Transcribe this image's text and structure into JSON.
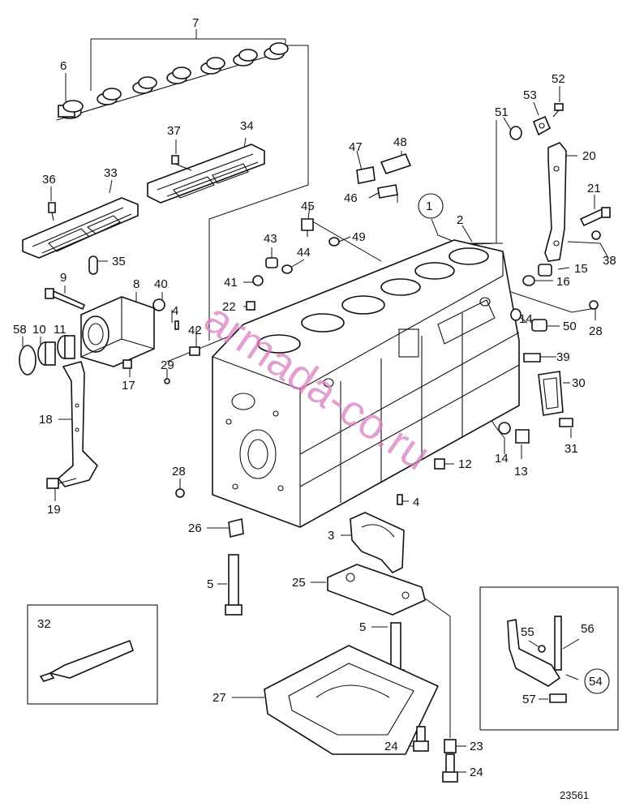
{
  "figure_ref": "23561",
  "watermark": "armada-co.ru",
  "callouts": [
    {
      "id": "c1",
      "text": "1"
    },
    {
      "id": "c2",
      "text": "2"
    },
    {
      "id": "c3",
      "text": "3"
    },
    {
      "id": "c4a",
      "text": "4"
    },
    {
      "id": "c4b",
      "text": "4"
    },
    {
      "id": "c5a",
      "text": "5"
    },
    {
      "id": "c5b",
      "text": "5"
    },
    {
      "id": "c6",
      "text": "6"
    },
    {
      "id": "c7",
      "text": "7"
    },
    {
      "id": "c8",
      "text": "8"
    },
    {
      "id": "c9",
      "text": "9"
    },
    {
      "id": "c10",
      "text": "10"
    },
    {
      "id": "c11",
      "text": "11"
    },
    {
      "id": "c12",
      "text": "12"
    },
    {
      "id": "c13",
      "text": "13"
    },
    {
      "id": "c14a",
      "text": "14"
    },
    {
      "id": "c14b",
      "text": "14"
    },
    {
      "id": "c15",
      "text": "15"
    },
    {
      "id": "c16",
      "text": "16"
    },
    {
      "id": "c17",
      "text": "17"
    },
    {
      "id": "c18",
      "text": "18"
    },
    {
      "id": "c19",
      "text": "19"
    },
    {
      "id": "c20",
      "text": "20"
    },
    {
      "id": "c21",
      "text": "21"
    },
    {
      "id": "c22",
      "text": "22"
    },
    {
      "id": "c23",
      "text": "23"
    },
    {
      "id": "c24a",
      "text": "24"
    },
    {
      "id": "c24b",
      "text": "24"
    },
    {
      "id": "c25",
      "text": "25"
    },
    {
      "id": "c26",
      "text": "26"
    },
    {
      "id": "c27",
      "text": "27"
    },
    {
      "id": "c28a",
      "text": "28"
    },
    {
      "id": "c28b",
      "text": "28"
    },
    {
      "id": "c29",
      "text": "29"
    },
    {
      "id": "c30",
      "text": "30"
    },
    {
      "id": "c31",
      "text": "31"
    },
    {
      "id": "c32",
      "text": "32"
    },
    {
      "id": "c33",
      "text": "33"
    },
    {
      "id": "c34",
      "text": "34"
    },
    {
      "id": "c35",
      "text": "35"
    },
    {
      "id": "c36",
      "text": "36"
    },
    {
      "id": "c37",
      "text": "37"
    },
    {
      "id": "c38",
      "text": "38"
    },
    {
      "id": "c39",
      "text": "39"
    },
    {
      "id": "c40",
      "text": "40"
    },
    {
      "id": "c41",
      "text": "41"
    },
    {
      "id": "c42",
      "text": "42"
    },
    {
      "id": "c43",
      "text": "43"
    },
    {
      "id": "c44",
      "text": "44"
    },
    {
      "id": "c45",
      "text": "45"
    },
    {
      "id": "c46",
      "text": "46"
    },
    {
      "id": "c47",
      "text": "47"
    },
    {
      "id": "c48",
      "text": "48"
    },
    {
      "id": "c49",
      "text": "49"
    },
    {
      "id": "c50",
      "text": "50"
    },
    {
      "id": "c51",
      "text": "51"
    },
    {
      "id": "c52",
      "text": "52"
    },
    {
      "id": "c53",
      "text": "53"
    },
    {
      "id": "c54",
      "text": "54"
    },
    {
      "id": "c55",
      "text": "55"
    },
    {
      "id": "c56",
      "text": "56"
    },
    {
      "id": "c57",
      "text": "57"
    },
    {
      "id": "c58",
      "text": "58"
    }
  ]
}
